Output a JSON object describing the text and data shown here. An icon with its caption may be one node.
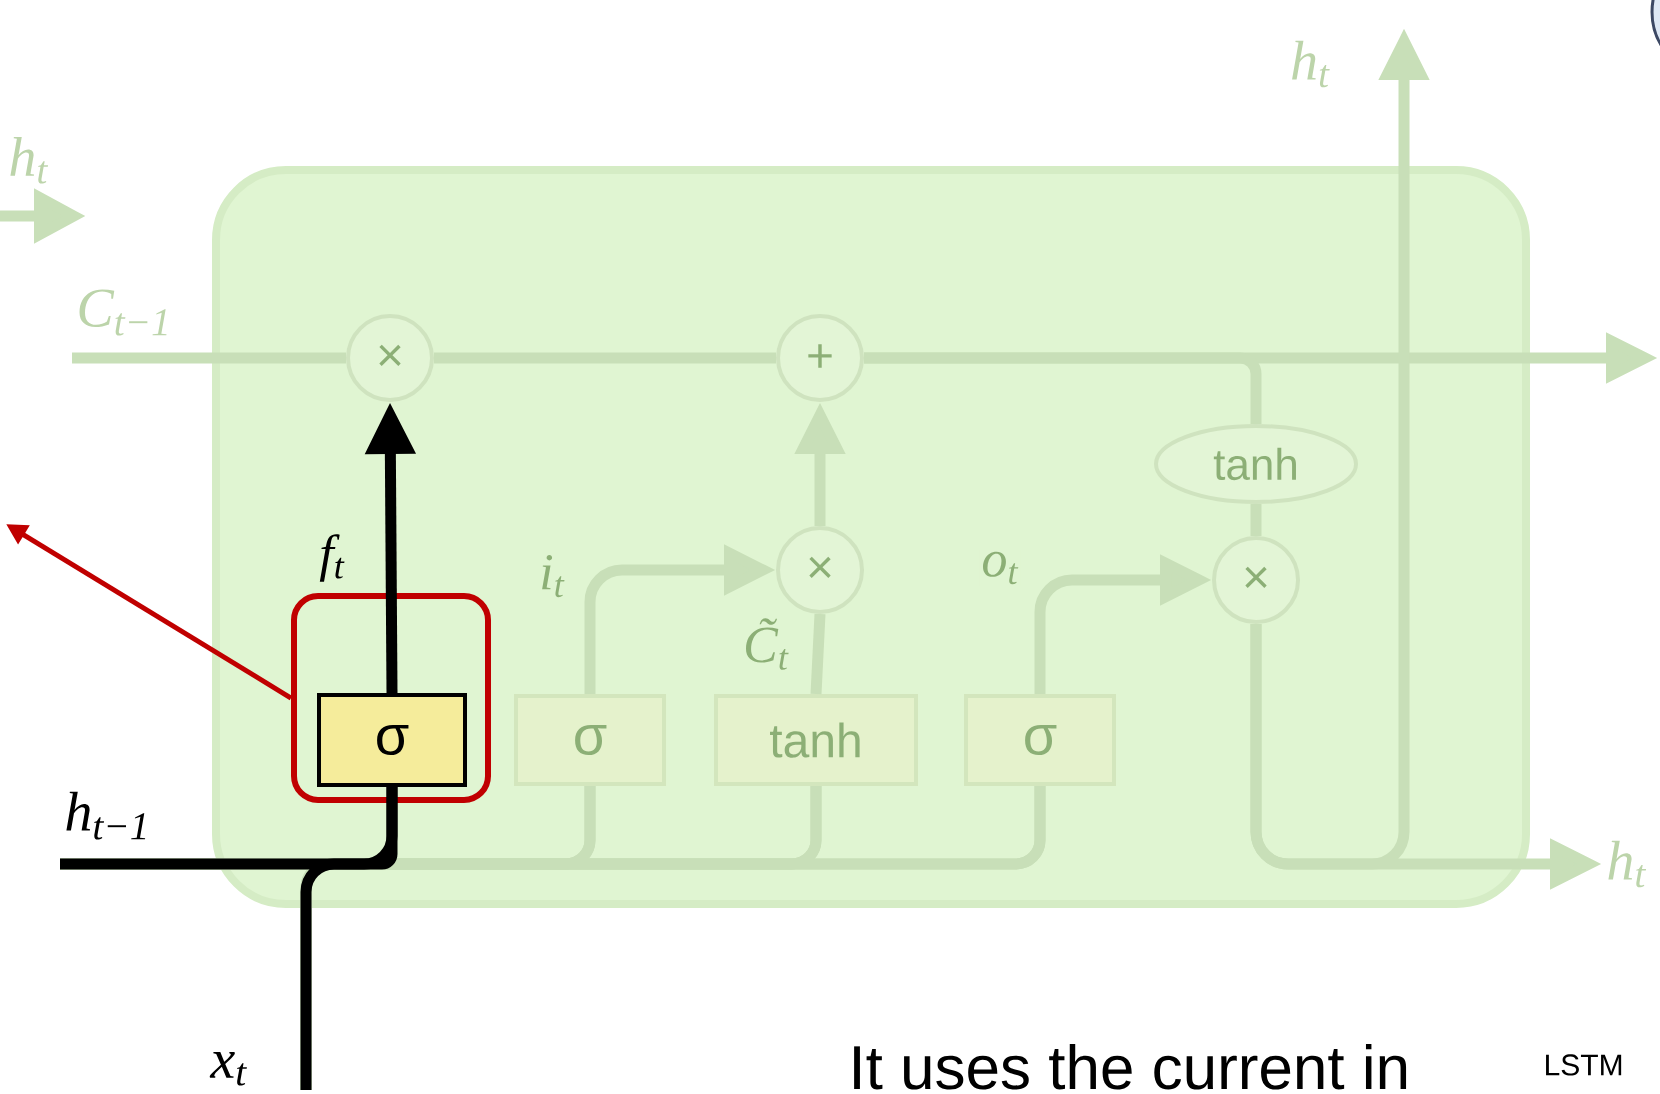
{
  "diagram": {
    "nodes": [
      {
        "text": [],
        "shape": "box"
      },
      {
        "text": [
          "×"
        ],
        "in": 0
      },
      {
        "text": [
          "+"
        ],
        "in": 0
      },
      {
        "text": [
          "×"
        ],
        "in": 0
      },
      {
        "text": [
          "×"
        ],
        "in": 0
      },
      {
        "text": [
          "tanh"
        ],
        "in": 0
      },
      {
        "text": [],
        "shape": "box",
        "in": 0
      },
      {
        "text": [
          "σ"
        ],
        "in": 6
      },
      {
        "text": [
          "σ"
        ],
        "in": 0
      },
      {
        "text": [
          "tanh"
        ],
        "in": 0
      },
      {
        "text": [
          "σ"
        ],
        "in": 0
      },
      {
        "text": [
          "h$_{t−1}$"
        ]
      },
      {
        "text": [
          "x$_{t}$"
        ]
      },
      {
        "text": [
          "C$_{t−1}$"
        ]
      },
      {
        "text": [
          "h$_{t}$"
        ]
      },
      {
        "text": [
          "h$_{t}$"
        ]
      }
    ],
    "edges": [
      {
        "from": 13,
        "to": 1,
        "arrow": "none"
      },
      {
        "from": 1,
        "to": 2,
        "arrow": "none"
      },
      {
        "from": 2,
        "to": null,
        "arrow": "to"
      },
      {
        "from": 2,
        "to": 5,
        "arrow": "none"
      },
      {
        "from": 5,
        "to": 4,
        "arrow": "none"
      },
      {
        "from": 8,
        "to": 3,
        "arrow": "to",
        "label": "i$_{t}$"
      },
      {
        "from": 9,
        "to": 3,
        "arrow": "none",
        "label": "C̃$_{t}$"
      },
      {
        "from": 3,
        "to": 2,
        "arrow": "to"
      },
      {
        "from": 10,
        "to": 4,
        "arrow": "to",
        "label": "o$_{t}$"
      },
      {
        "from": 4,
        "to": 14,
        "arrow": "to"
      },
      {
        "from": 4,
        "to": 15,
        "arrow": "to"
      },
      {
        "from": 11,
        "to": 7,
        "arrow": "none",
        "color": "#000000"
      },
      {
        "from": 12,
        "to": 7,
        "arrow": "none",
        "color": "#000000"
      },
      {
        "from": 11,
        "to": 8,
        "arrow": "none"
      },
      {
        "from": 11,
        "to": 9,
        "arrow": "none"
      },
      {
        "from": 11,
        "to": 10,
        "arrow": "none"
      },
      {
        "from": 12,
        "to": 8,
        "arrow": "none"
      },
      {
        "from": 12,
        "to": 9,
        "arrow": "none"
      },
      {
        "from": 12,
        "to": 10,
        "arrow": "none"
      },
      {
        "from": 7,
        "to": 1,
        "arrow": "to",
        "label": "f$_{t}$",
        "color": "#000000"
      },
      {
        "from": 6,
        "to": null,
        "arrow": "to",
        "color": "#c00000"
      }
    ],
    "labels": [
      "h$_{t}$",
      "LSTM",
      "It uses the current in"
    ]
  }
}
